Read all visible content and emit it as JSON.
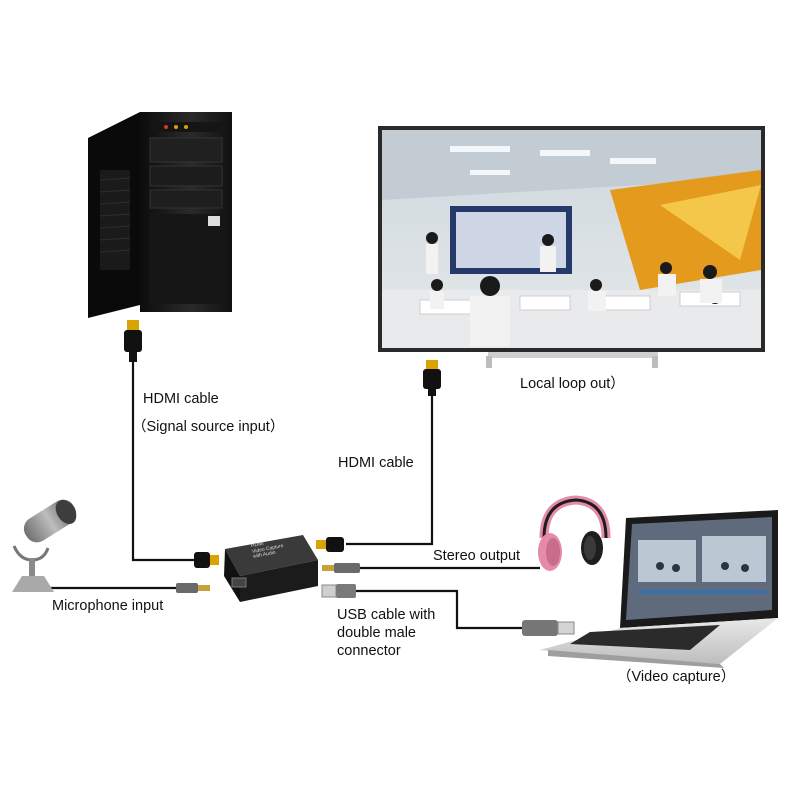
{
  "labels": {
    "hdmi_source": "HDMI cable",
    "signal_source": "（Signal source input）",
    "hdmi_loop": "HDMI cable",
    "local_loop": "Local loop out）",
    "stereo": "Stereo output",
    "microphone": "Microphone input",
    "usb_line1": "USB cable with",
    "usb_line2": "double male",
    "usb_line3": "connector",
    "video_capture": "（Video capture）"
  },
  "device_text": {
    "brand": "HDMI",
    "line1": "Video Capture",
    "line2": "with Audio"
  },
  "icons": [
    "pc-tower-icon",
    "tv-monitor-icon",
    "microphone-icon",
    "headphones-icon",
    "laptop-icon",
    "capture-device-icon",
    "hdmi-plug-icon",
    "usb-plug-icon",
    "audio-jack-icon"
  ],
  "colors": {
    "cable": "#111111",
    "device": "#1b1b1b",
    "headphones": "#e58aa8",
    "tv_frame": "#2a2a2a",
    "background": "#ffffff"
  }
}
